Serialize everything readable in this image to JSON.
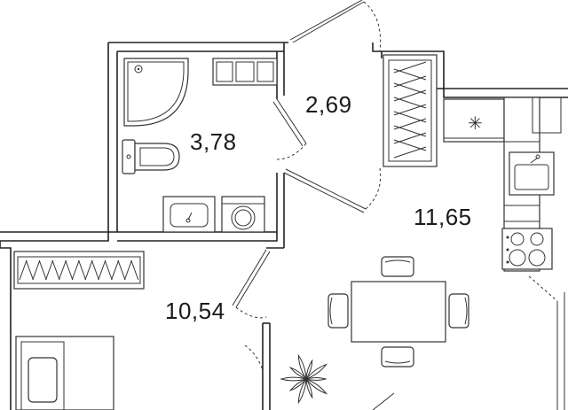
{
  "rooms": {
    "bathroom": {
      "area": "3,78"
    },
    "hallway": {
      "area": "2,69"
    },
    "kitchen_living": {
      "area": "11,65"
    },
    "bedroom": {
      "area": "10,54"
    }
  },
  "colors": {
    "wall": "#222222",
    "fixture": "#333333",
    "background": "#ffffff"
  },
  "icons": [
    "shower-icon",
    "toilet-icon",
    "sink-icon",
    "washing-machine-icon",
    "fridge-icon",
    "kitchen-sink-icon",
    "cooktop-icon",
    "dining-table-icon",
    "plant-icon",
    "bed-icon",
    "wardrobe-icon"
  ]
}
